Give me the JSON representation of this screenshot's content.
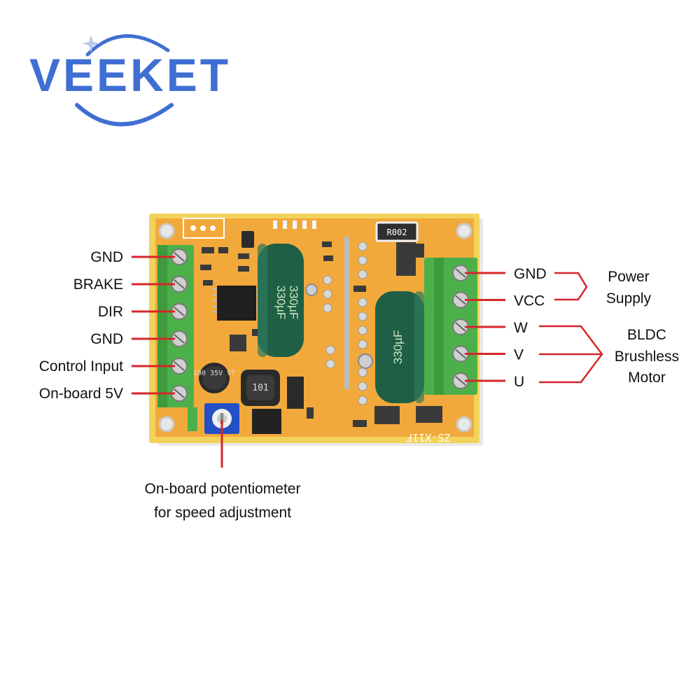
{
  "brand": {
    "name": "VEEKET",
    "color": "#3f6fd2"
  },
  "left_terminals": [
    {
      "label": "GND"
    },
    {
      "label": "BRAKE"
    },
    {
      "label": "DIR"
    },
    {
      "label": "GND"
    },
    {
      "label": "Control Input"
    },
    {
      "label": "On-board 5V"
    }
  ],
  "right_terminals": [
    {
      "label": "GND"
    },
    {
      "label": "VCC"
    },
    {
      "label": "W"
    },
    {
      "label": "V"
    },
    {
      "label": "U"
    }
  ],
  "groups": {
    "power": {
      "line1": "Power",
      "line2": "Supply"
    },
    "motor": {
      "line1": "BLDC",
      "line2": "Brushless",
      "line3": "Motor"
    }
  },
  "potentiometer": {
    "line1": "On-board potentiometer",
    "line2": "for speed adjustment"
  },
  "board": {
    "cap_marking": "330µF",
    "cap_small_marking": "100 35V VT",
    "inductor_marking": "101",
    "resistor_marking": "R002",
    "model": "ZS-X11F"
  },
  "colors": {
    "pcb": "#f2a93b",
    "pcb_edge": "#f3d25c",
    "terminal": "#4cb04a",
    "capacitor": "#1f5f46",
    "leader_line": "#d6262a"
  }
}
